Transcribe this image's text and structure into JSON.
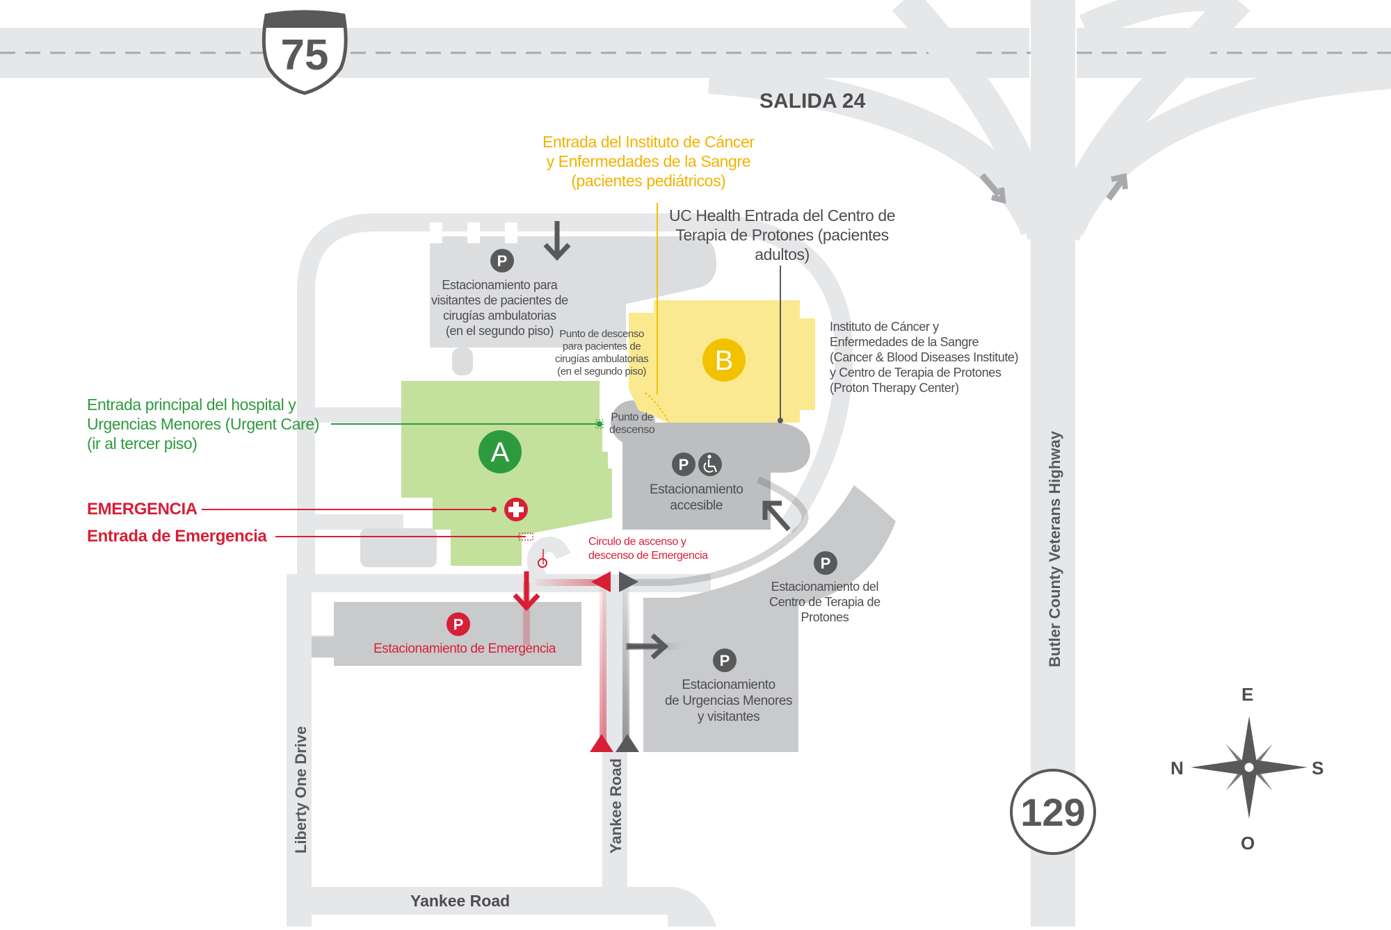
{
  "highways": {
    "i75_shield": "75",
    "route129_shield": "129",
    "exit_label": "SALIDA 24",
    "butler_highway": "Butler County Veterans Highway"
  },
  "roads": {
    "liberty_one_drive": "Liberty One Drive",
    "yankee_road_vertical": "Yankee Road",
    "yankee_road_horizontal": "Yankee Road"
  },
  "buildings": {
    "a_badge": "A",
    "b_badge": "B"
  },
  "parking_symbol": "P",
  "labels": {
    "cancer_entrance_peds": [
      "Entrada del Instituto de Cáncer",
      "y Enfermedades de la Sangre",
      "(pacientes pediátricos)"
    ],
    "proton_entrance_adults": [
      "UC Health Entrada del Centro de",
      "Terapia de Protones (pacientes",
      "adultos)"
    ],
    "outpatient_parking": [
      "Estacionamiento para",
      "visitantes de pacientes de",
      "cirugías ambulatorias",
      "(en el segundo piso)"
    ],
    "outpatient_dropoff": [
      "Punto de descenso",
      "para pacientes de",
      "cirugías ambulatorias",
      "(en el segundo piso)"
    ],
    "institute_b": [
      "Instituto de Cáncer y",
      "Enfermedades de la Sangre",
      "(Cancer & Blood Diseases Institute)",
      "y Centro de Terapia de Protones",
      "(Proton Therapy Center)"
    ],
    "main_entrance": [
      "Entrada principal del hospital y",
      "Urgencias Menores (Urgent Care)",
      "(ir al tercer piso)"
    ],
    "dropoff_point": [
      "Punto de",
      "descenso"
    ],
    "accessible_parking": [
      "Estacionamiento",
      "accesible"
    ],
    "emergency": "EMERGENCIA",
    "emergency_entrance": "Entrada de Emergencia",
    "emergency_circle": [
      "Circulo de ascenso y",
      "descenso de Emergencia"
    ],
    "proton_parking": [
      "Estacionamiento del",
      "Centro de Terapia de",
      "Protones"
    ],
    "emergency_parking": "Estacionamiento de Emergencia",
    "urgent_parking": [
      "Estacionamiento",
      "de Urgencias Menores",
      "y visitantes"
    ]
  },
  "compass": {
    "north": "N",
    "east": "E",
    "south": "S",
    "west": "O"
  },
  "colors": {
    "road": "#e6e7e8",
    "lot": "#cfd0d2",
    "building_a": "#c3e09c",
    "building_b": "#fbe990",
    "green": "#2e9a3e",
    "yellow": "#f2c200",
    "red": "#d71f35",
    "dark_arrow": "#58595b",
    "text_gray": "#4d4d4f"
  },
  "icons": [
    "parking-icon",
    "wheelchair-icon",
    "emergency-cross-icon",
    "compass-rose-icon",
    "interstate-shield-icon"
  ]
}
